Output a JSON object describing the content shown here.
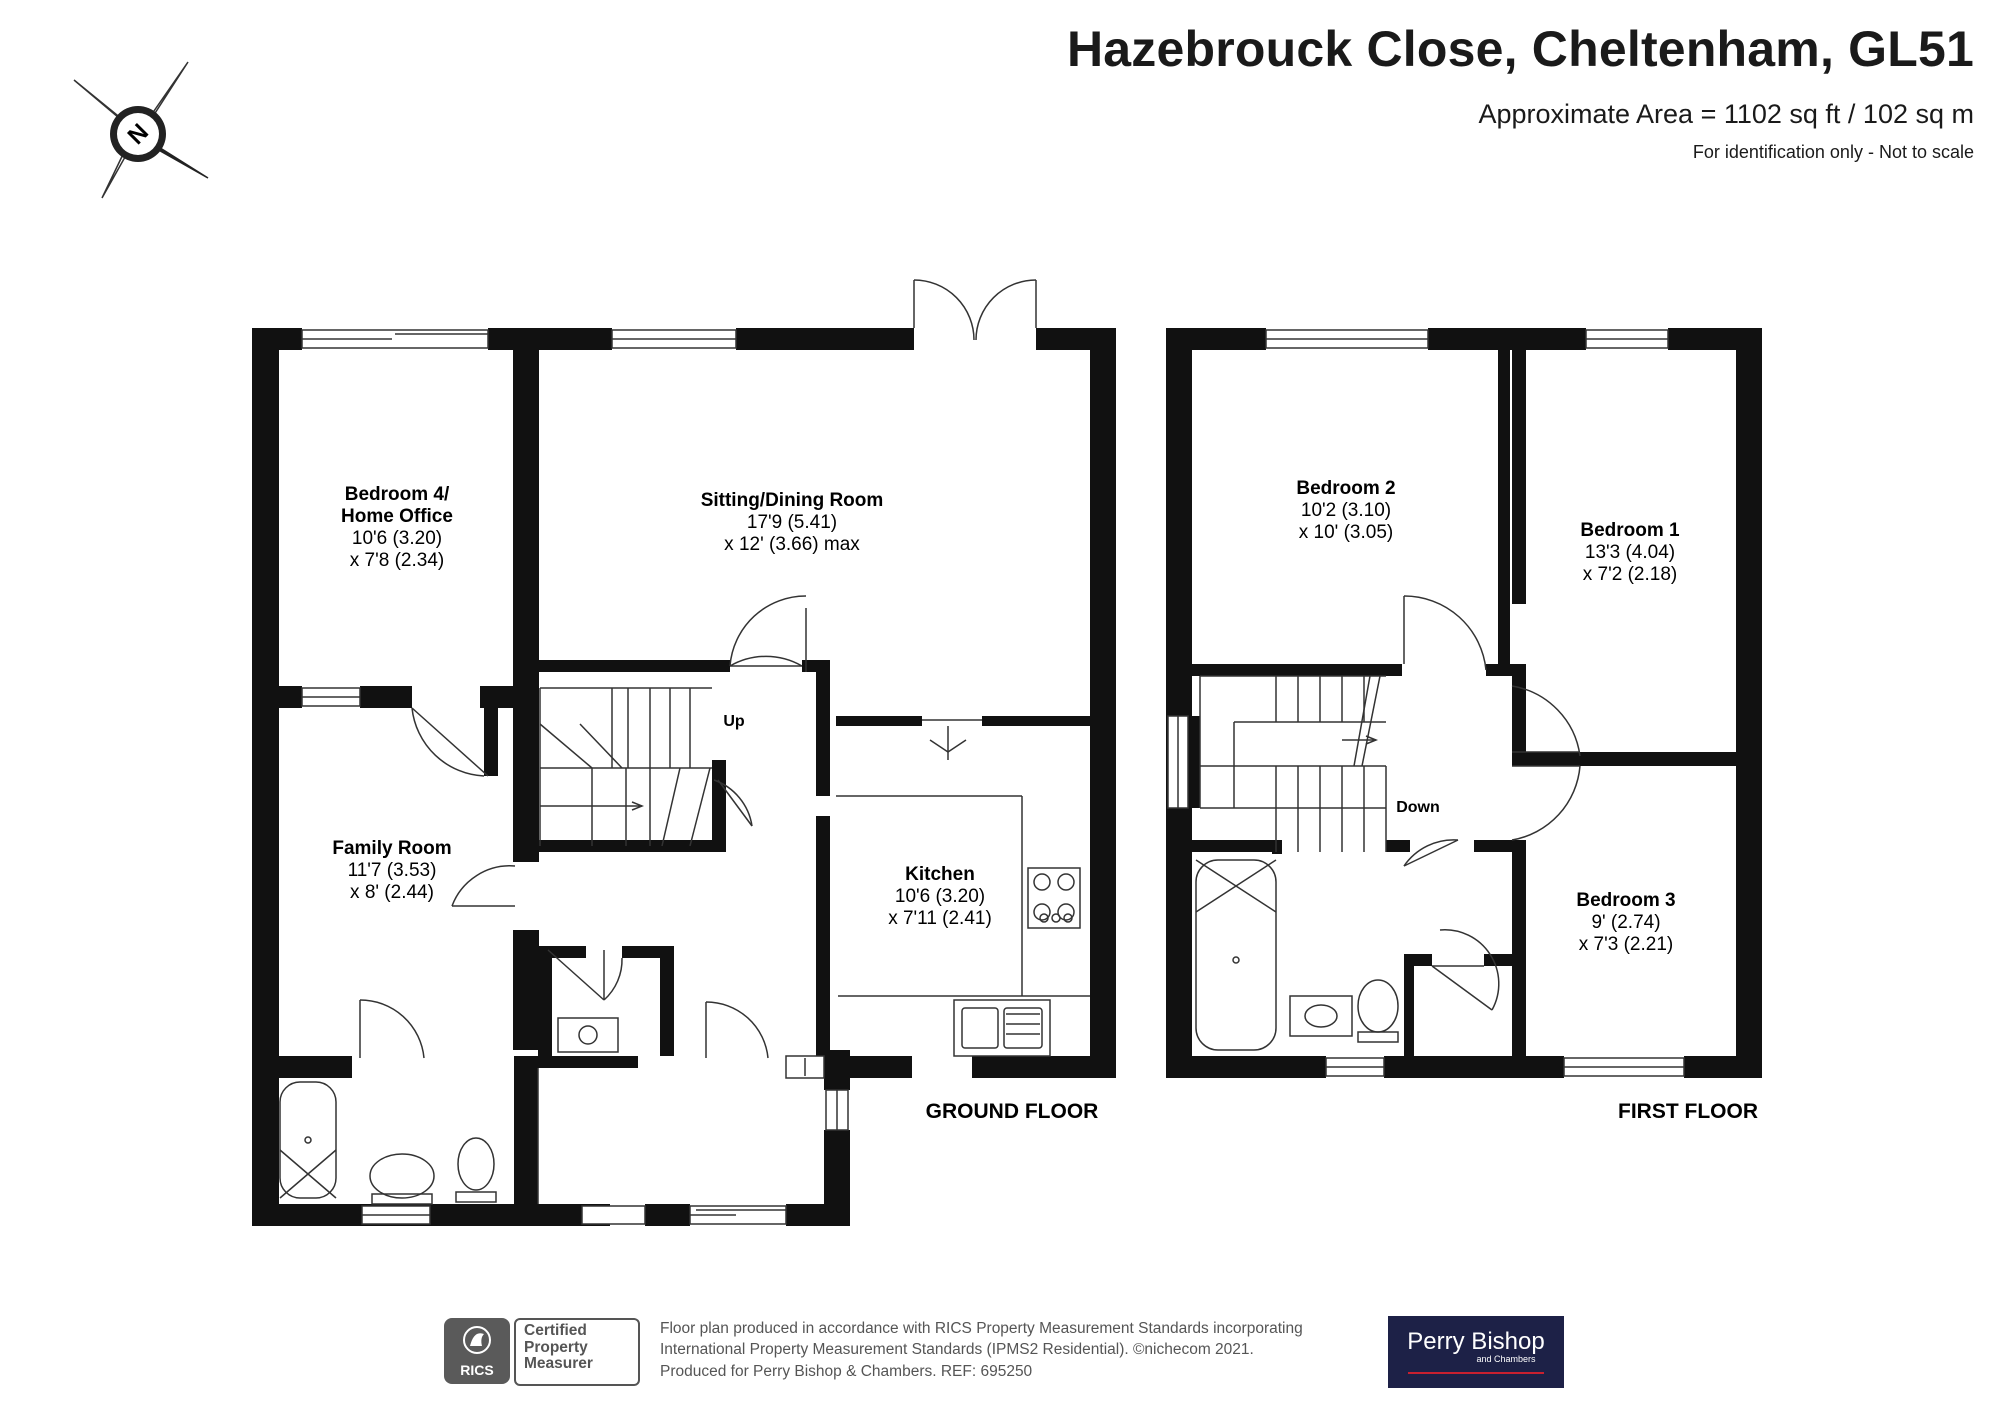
{
  "header": {
    "title": "Hazebrouck Close, Cheltenham, GL51",
    "area": "Approximate Area = 1102 sq ft / 102 sq m",
    "note": "For identification only - Not to scale"
  },
  "compass": {
    "label": "N"
  },
  "ground_floor": {
    "label": "GROUND FLOOR",
    "stairs_label": "Up",
    "rooms": [
      {
        "name": "Bedroom 4/",
        "name2": "Home Office",
        "dim1": "10'6 (3.20)",
        "dim2": "x 7'8 (2.34)"
      },
      {
        "name": "Sitting/Dining Room",
        "dim1": "17'9 (5.41)",
        "dim2": "x 12' (3.66) max"
      },
      {
        "name": "Family Room",
        "dim1": "11'7 (3.53)",
        "dim2": "x 8' (2.44)"
      },
      {
        "name": "Kitchen",
        "dim1": "10'6 (3.20)",
        "dim2": "x 7'11 (2.41)"
      }
    ]
  },
  "first_floor": {
    "label": "FIRST FLOOR",
    "stairs_label": "Down",
    "rooms": [
      {
        "name": "Bedroom 2",
        "dim1": "10'2 (3.10)",
        "dim2": "x 10' (3.05)"
      },
      {
        "name": "Bedroom 1",
        "dim1": "13'3 (4.04)",
        "dim2": "x 7'2 (2.18)"
      },
      {
        "name": "Bedroom 3",
        "dim1": "9' (2.74)",
        "dim2": "x 7'3 (2.21)"
      }
    ]
  },
  "footer": {
    "line1": "Floor plan produced in accordance with RICS Property Measurement Standards incorporating",
    "line2": "International Property Measurement Standards (IPMS2 Residential).  ©nichecom 2021.",
    "line3": "Produced for Perry Bishop & Chambers.   REF:  695250",
    "rics_badge": "RICS",
    "cert1": "Certified",
    "cert2": "Property",
    "cert3": "Measurer",
    "agent_name": "Perry Bishop",
    "agent_sub": "and Chambers"
  },
  "colors": {
    "wall": "#111111",
    "line": "#333333",
    "agent_bg": "#1d2147",
    "agent_accent": "#c8202f"
  }
}
